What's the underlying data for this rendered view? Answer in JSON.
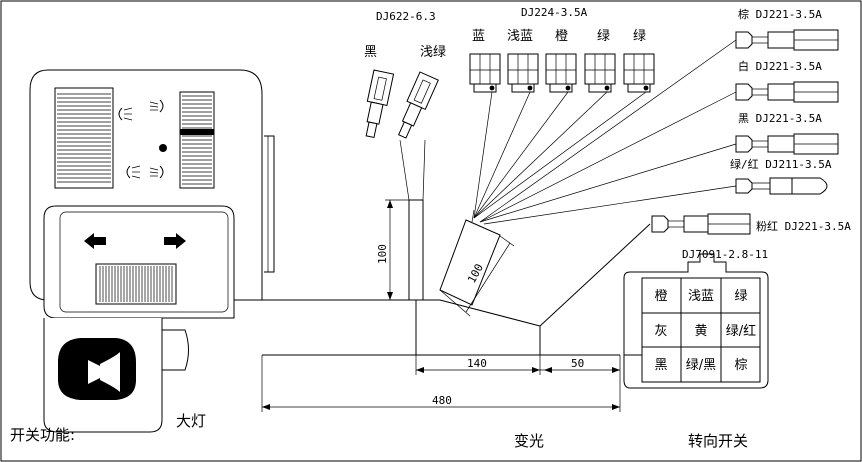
{
  "labels": {
    "dj622": "DJ622-6.3",
    "dj224": "DJ224-3.5A",
    "black": "黑",
    "light_green": "浅绿",
    "top_blue": "蓝",
    "top_light_blue": "浅蓝",
    "top_orange": "橙",
    "top_green1": "绿",
    "top_green2": "绿",
    "right_brown": "棕 DJ221-3.5A",
    "right_white": "白 DJ221-3.5A",
    "right_black": "黑 DJ221-3.5A",
    "right_green_red": "绿/红 DJ211-3.5A",
    "right_pink_red": "粉红 DJ221-3.5A",
    "dj7091": "DJ7091-2.8-11",
    "dim_100_v": "100",
    "dim_100_d": "100",
    "dim_140": "140",
    "dim_50": "50",
    "dim_480": "480",
    "func": "开关功能:",
    "headlight": "大灯",
    "dimmer": "变光",
    "turn": "转向开关"
  },
  "connector_grid": [
    [
      "橙",
      "浅蓝",
      "绿"
    ],
    [
      "灰",
      "黄",
      "绿/红"
    ],
    [
      "黑",
      "绿/黑",
      "棕"
    ]
  ],
  "icons": [
    "headlight-high-icon",
    "headlight-low-icon",
    "left-arrow-icon",
    "right-arrow-icon",
    "horn-icon"
  ]
}
